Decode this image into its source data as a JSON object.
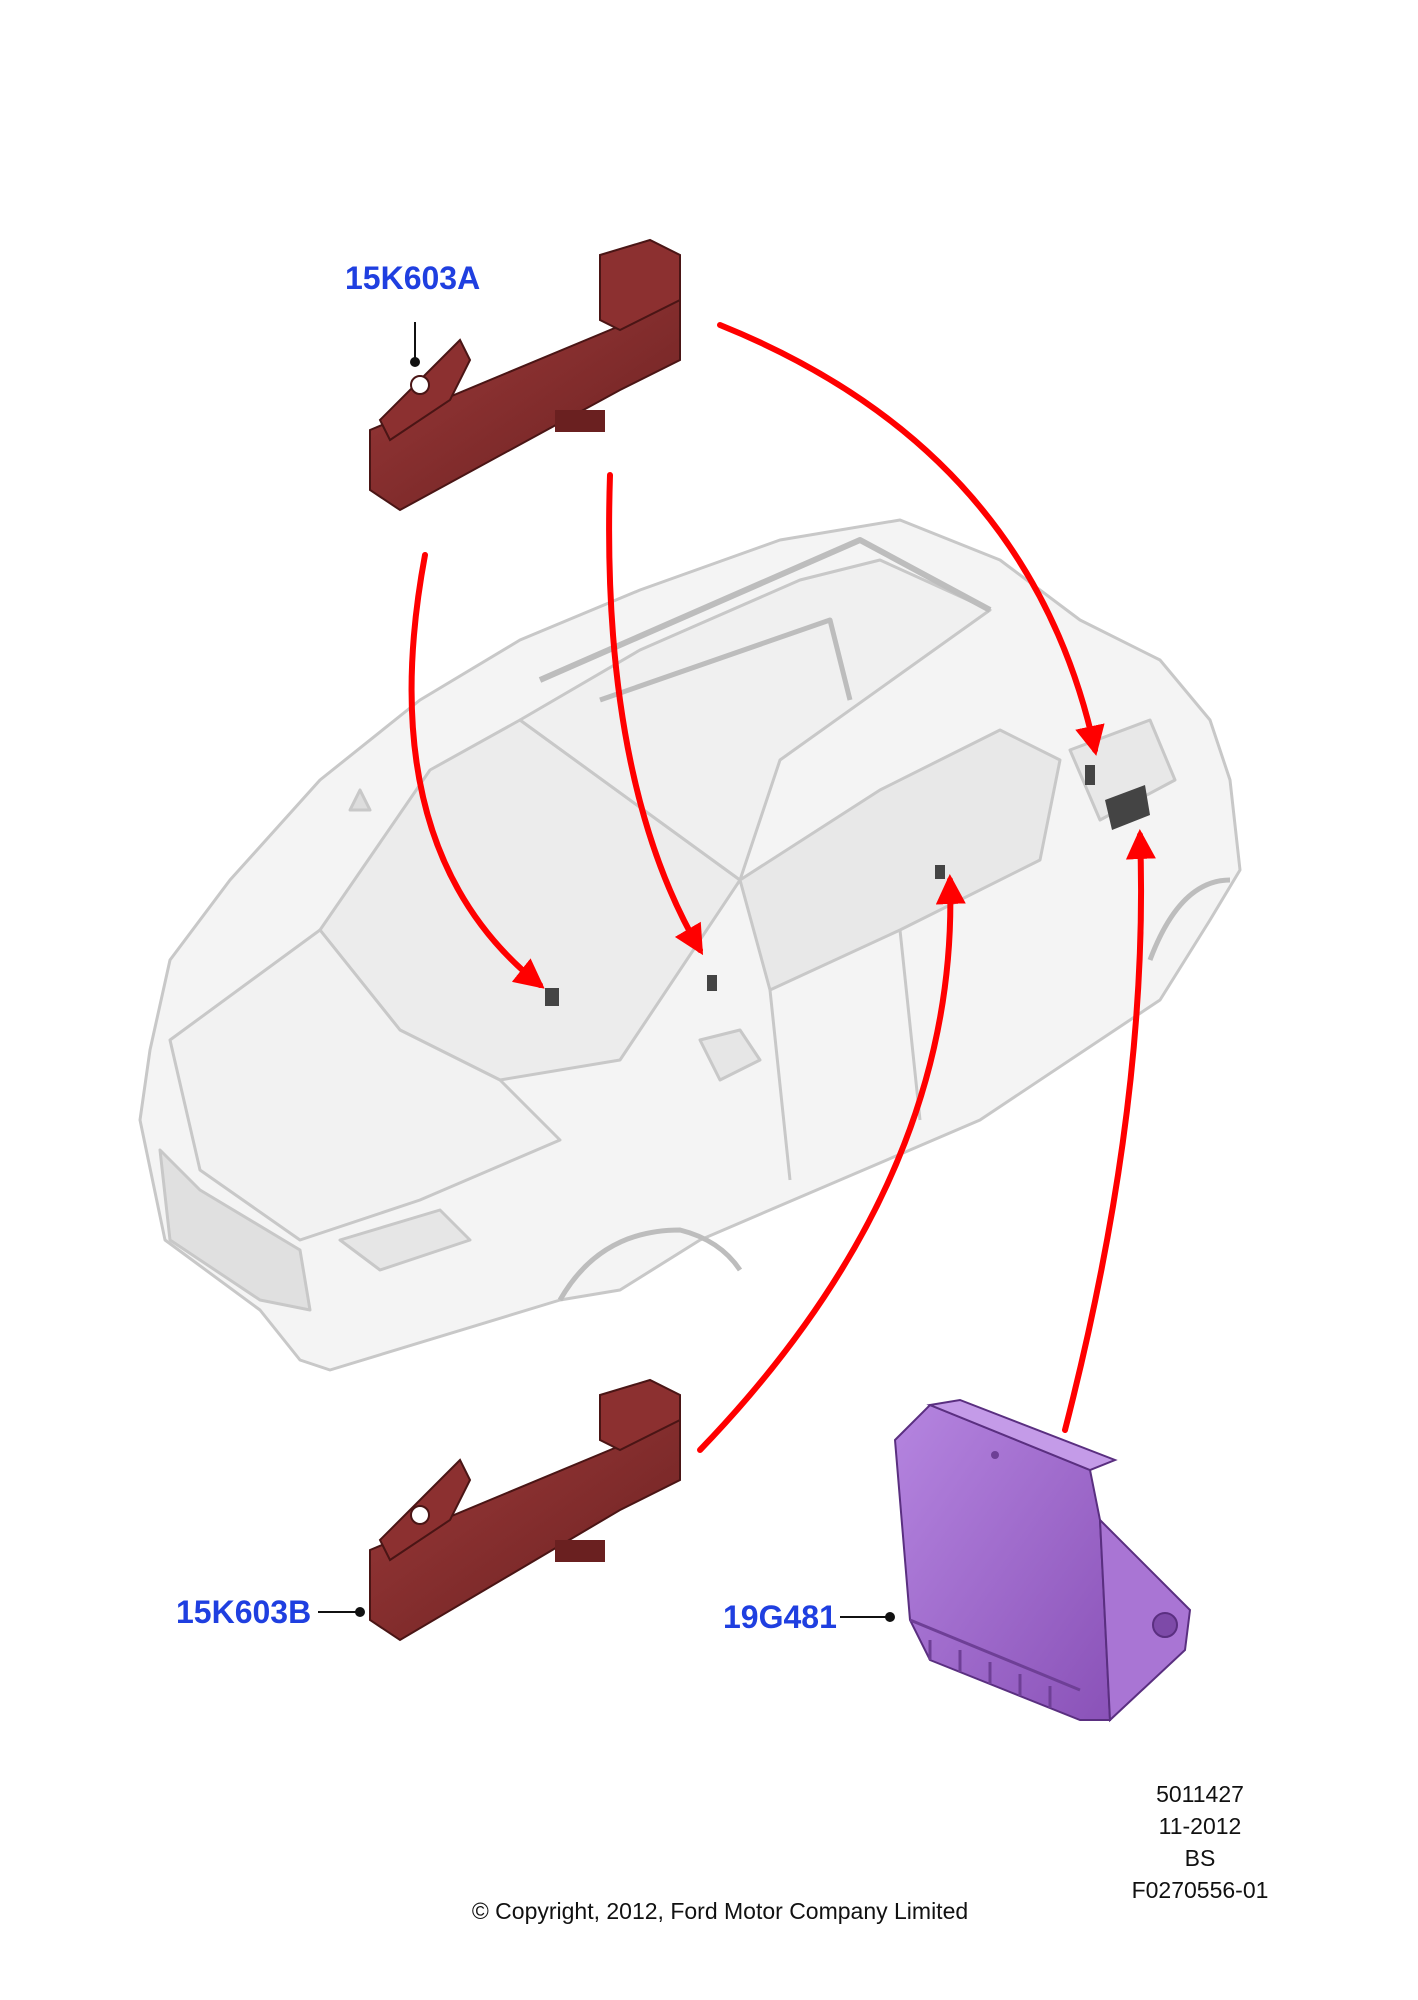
{
  "callouts": {
    "part_a": "15K603A",
    "part_b": "15K603B",
    "module": "19G481"
  },
  "drawing_info": {
    "ref_number": "5011427",
    "date": "11-2012",
    "code": "BS",
    "figure_id": "F0270556-01"
  },
  "copyright": "© Copyright, 2012, Ford Motor Company Limited",
  "colors": {
    "arrow": "#ff0000",
    "callout_text": "#1f3fe0",
    "antenna_part": "#7a2a2a",
    "module_part": "#9a63c4",
    "vehicle_outline": "#c8c8c8"
  },
  "icons": {
    "vehicle": "suv-vehicle-icon",
    "antenna": "keyless-antenna-icon",
    "module": "control-module-icon"
  }
}
